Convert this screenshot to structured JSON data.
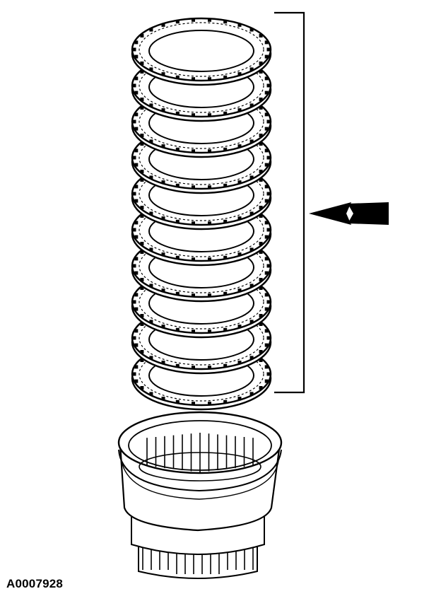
{
  "figure": {
    "id_label": "A0007928",
    "description_parts": {
      "plates": "clutch-plate-stack",
      "hub": "clutch-hub",
      "indicator": "pointer-arrow",
      "bracket": "stack-bracket"
    },
    "plate_count": 10,
    "colors": {
      "ink": "#000000",
      "paper": "#ffffff",
      "shade": "#cfcfcf"
    }
  }
}
